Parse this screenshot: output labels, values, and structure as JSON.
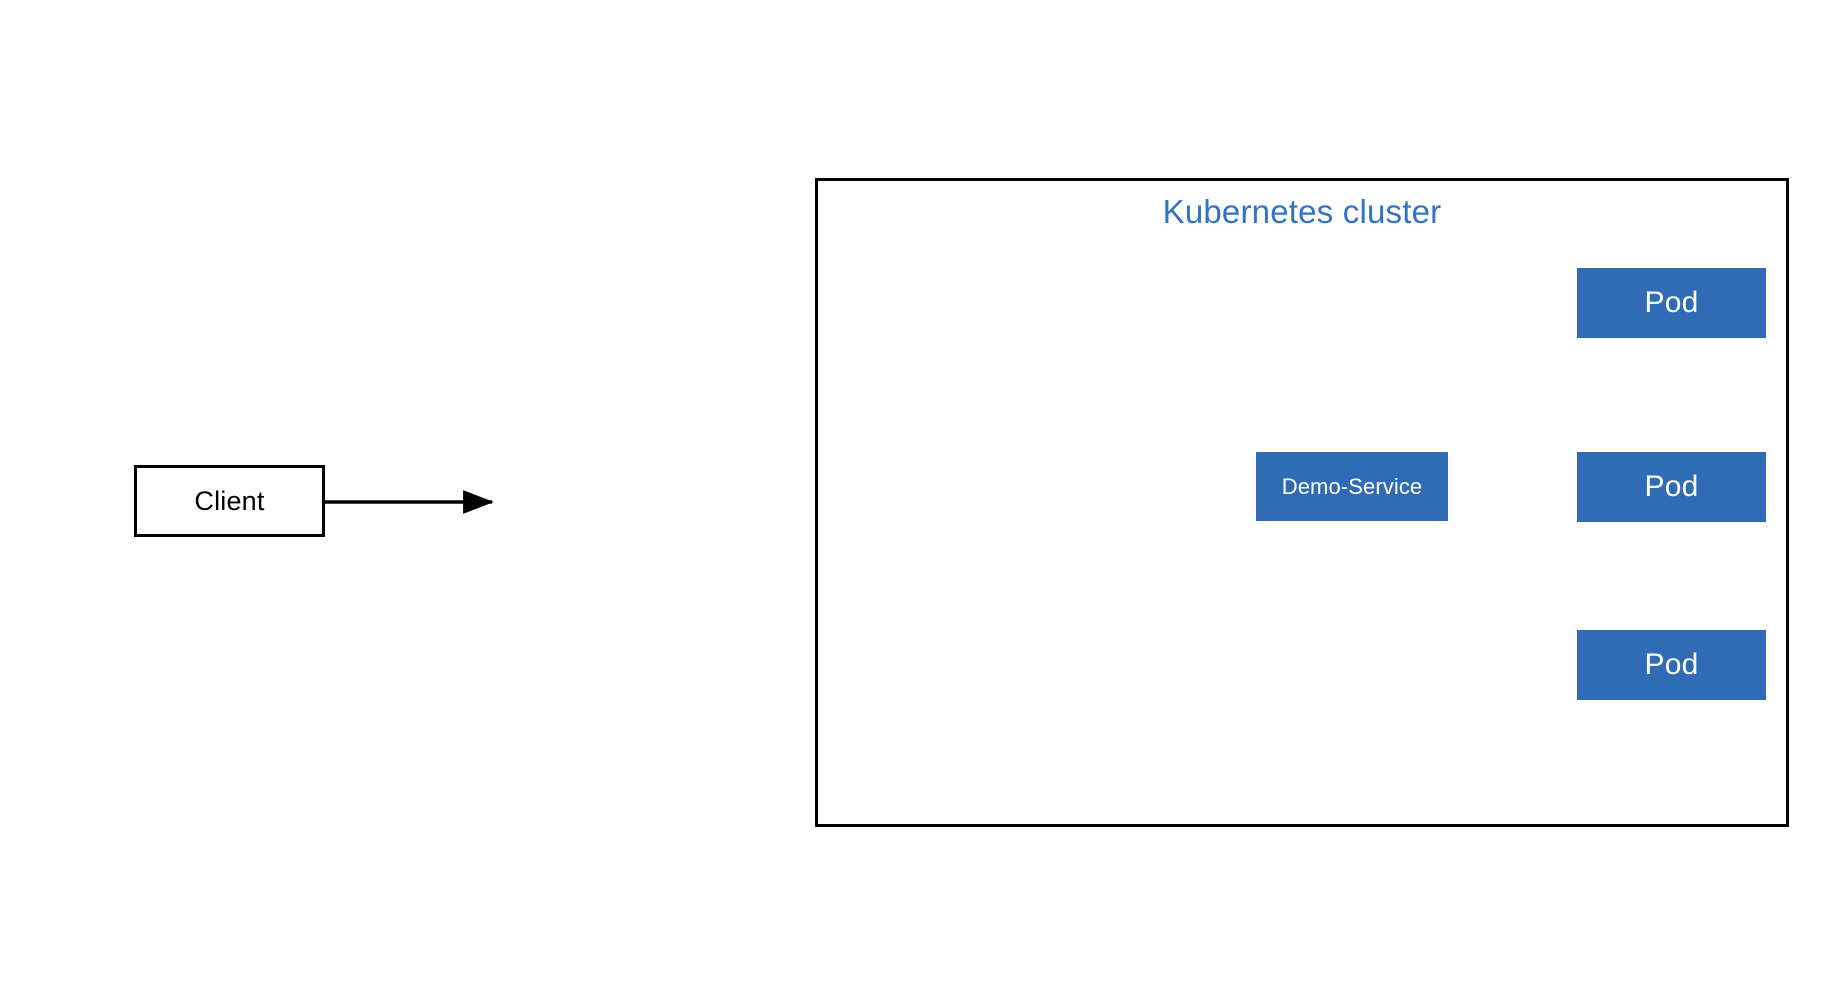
{
  "diagram": {
    "title": "Kubernetes service load balancing diagram",
    "background_color": "#ffffff",
    "palette": {
      "node_fill_blue": "#2f6cb5",
      "title_blue": "#3273c8",
      "stroke_black": "#000000",
      "node_text_white": "#ffffff",
      "client_fill_white": "#ffffff"
    }
  },
  "client": {
    "label": "Client"
  },
  "cluster": {
    "title": "Kubernetes cluster"
  },
  "service": {
    "label": "Demo-Service"
  },
  "pods": [
    {
      "label": "Pod"
    },
    {
      "label": "Pod"
    },
    {
      "label": "Pod"
    }
  ],
  "connectors": {
    "client_out": {
      "from": "client",
      "to": "cluster",
      "style": "arrow"
    },
    "service_to_pod_1": {
      "from": "service",
      "to": "pod-1",
      "style": "elbow-arrow"
    },
    "service_to_pod_2": {
      "from": "service",
      "to": "pod-2",
      "style": "arrow"
    },
    "service_to_pod_3": {
      "from": "service",
      "to": "pod-3",
      "style": "elbow-arrow"
    }
  }
}
